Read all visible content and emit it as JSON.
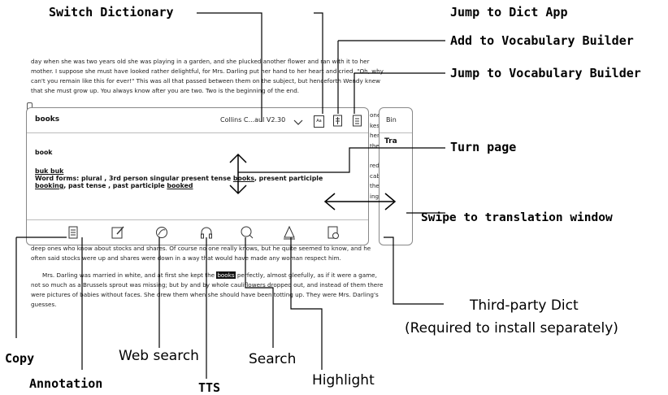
{
  "callouts": {
    "switch_dictionary": "Switch Dictionary",
    "jump_to_dict_app": "Jump to Dict App",
    "add_to_vocabulary_builder": "Add to Vocabulary Builder",
    "jump_to_vocabulary_builder": "Jump to Vocabulary Builder",
    "turn_page": "Turn page",
    "swipe_to_translation_window": "Swipe to translation window",
    "third_party_dict": "Third-party Dict",
    "third_party_note": "(Required to install separately)",
    "copy": "Copy",
    "annotation": "Annotation",
    "web_search": "Web search",
    "tts": "TTS",
    "search": "Search",
    "highlight": "Highlight"
  },
  "book_text": {
    "top_lines": [
      "day when she was two years old she was playing in a garden, and she plucked another flower and ran with it to her",
      "mother. I suppose she must have looked rather delightful, for Mrs. Darling put her hand to her heart and cried, \"Oh, why",
      "can't you remain like this for ever!\" This was all that passed between them on the subject, but henceforth Wendy knew",
      "that she must grow up. You always know after you are two. Two is the beginning of the end."
    ],
    "mid_line_1": "deep ones who know about stocks and shares. Of course no one really knows, but he quite seemed to know, and he",
    "mid_line_2": "often said stocks were up and shares were down in a way that would have made any woman respect him.",
    "para_start": "Mrs. Darling was married in white, and at first she kept the",
    "highlighted_word": "books",
    "para_end": "perfectly, almost gleefully, as if it were a game,",
    "bottom_lines": [
      "not so much as a Brussels sprout was missing; but by and by whole cauliflowers dropped out, and instead of them there",
      "were pictures of babies without faces. She drew them when she should have been totting up. They were Mrs. Darling's",
      "guesses."
    ],
    "right_fragments": [
      "one",
      "kes",
      "hen",
      "the",
      "red",
      "cab",
      "the",
      "ing"
    ]
  },
  "popup": {
    "query_word": "books",
    "dictionary_name": "Collins C...aul V2.30",
    "headword": "book",
    "pronunciation": "buk  buk",
    "forms_line_1_prefix": "Word forms: plural , 3rd person singular present tense",
    "forms_line_1_word": "books",
    "forms_line_1_suffix": ", present participle",
    "forms_line_2_word1": "booking",
    "forms_line_2_mid": ", past tense , past participle",
    "forms_line_2_word2": "booked",
    "dict_app_icon_text": "Aa"
  },
  "translation_window": {
    "tab_text": "Bin",
    "heading": "Tra"
  }
}
